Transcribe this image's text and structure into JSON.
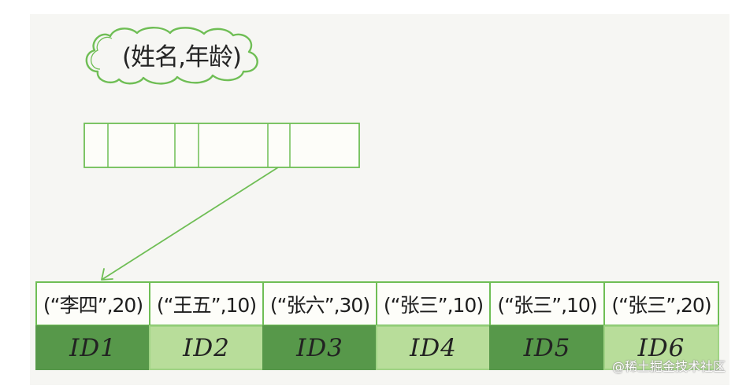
{
  "diagram": {
    "index_label": "(姓名,年龄)",
    "rows": [
      {
        "value": "(“李四”,20)",
        "id": "ID1",
        "style": "dark"
      },
      {
        "value": "(“王五”,10)",
        "id": "ID2",
        "style": "light"
      },
      {
        "value": "(“张六”,30)",
        "id": "ID3",
        "style": "dark"
      },
      {
        "value": "(“张三”,10)",
        "id": "ID4",
        "style": "light"
      },
      {
        "value": "(“张三”,10)",
        "id": "ID5",
        "style": "dark"
      },
      {
        "value": "(“张三”,20)",
        "id": "ID6",
        "style": "light"
      }
    ],
    "colors": {
      "line": "#6fbe55",
      "dark_fill": "#57984a",
      "light_fill": "#b8dd9a",
      "background": "#f6f6f3"
    }
  },
  "watermark": {
    "text": "@稀土掘金技术社区"
  }
}
